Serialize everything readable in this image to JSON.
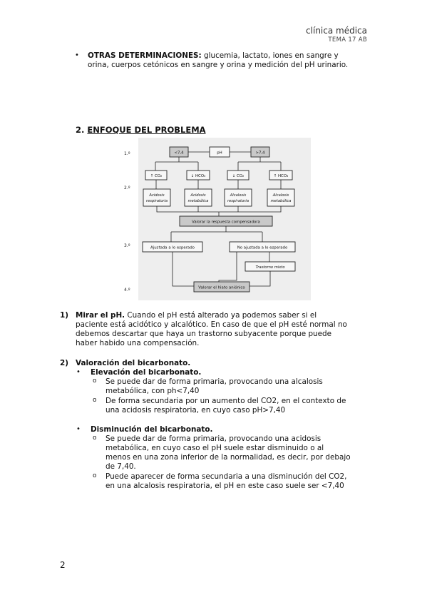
{
  "header": {
    "title": "clínica médica",
    "subtitle": "TEMA 17 AB"
  },
  "otras": {
    "label": "OTRAS DETERMINACIONES:",
    "line1": "glucemia, lactato, iones en sangre y",
    "line2": "orina, cuerpos cetónicos en sangre y orina y medición del pH urinario."
  },
  "section": {
    "number": "2.",
    "title": "ENFOQUE DEL PROBLEMA"
  },
  "flowchart": {
    "steps": [
      "1.º",
      "2.º",
      "3.º",
      "4.º"
    ],
    "low": "<7,4",
    "ph": "pH",
    "high": ">7,4",
    "primary": [
      "↑ CO₂",
      "↓ HCO₃",
      "↓ CO₂",
      "↑ HCO₃"
    ],
    "dx": [
      [
        "Acidosis",
        "respiratoria"
      ],
      [
        "Acidosis",
        "metabólica"
      ],
      [
        "Alcalosis",
        "respiratoria"
      ],
      [
        "Alcalosis",
        "metabólica"
      ]
    ],
    "compensation": "Valorar la respuesta compensadora",
    "adjusted": "Ajustada a lo esperado",
    "not_adjusted": "No ajustada a lo esperado",
    "mixed": "Trastorno mixto",
    "anion_gap": "Valorar el hiato aniónico"
  },
  "items": [
    {
      "num": "1)",
      "title": "Mirar el pH.",
      "lines": [
        "Cuando el pH está alterado ya podemos saber si el",
        "paciente está acidótico y alcalótico. En caso de que el pH esté normal no",
        "debemos descartar que haya un trastorno subyacente porque puede",
        "haber habido una compensación."
      ]
    },
    {
      "num": "2)",
      "title": "Valoración del bicarbonato."
    }
  ],
  "elevacion": {
    "title": "Elevación del bicarbonato.",
    "sub": [
      [
        "Se puede dar de forma primaria, provocando una alcalosis",
        "metabólica, con ph<7,40"
      ],
      [
        "De forma secundaria por un aumento del CO2, en el contexto de",
        "una acidosis respiratoria, en cuyo caso pH>7,40"
      ]
    ]
  },
  "disminucion": {
    "title": "Disminución del bicarbonato.",
    "sub": [
      [
        "Se puede dar de forma primaria, provocando una acidosis",
        "metabólica, en cuyo caso el pH suele estar disminuido o al",
        "menos en una zona inferior de la normalidad, es decir, por debajo",
        "de 7,40."
      ],
      [
        "Puede aparecer de forma secundaria a una disminución del CO2,",
        "en una alcalosis respiratoria, el pH en este caso suele ser <7,40"
      ]
    ]
  },
  "bullet_char": "•",
  "sub_bullet_char": "o",
  "page_number": "2"
}
